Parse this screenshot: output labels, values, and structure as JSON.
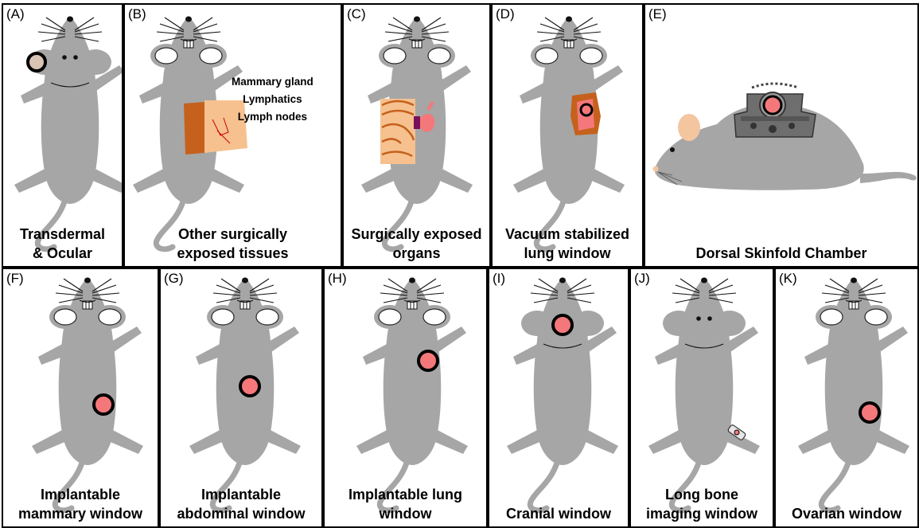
{
  "colors": {
    "mouse": "#a6a6a6",
    "window_ring": "#000000",
    "window_fill": "#f4787a",
    "skin_dark": "#c5611d",
    "skin_light": "#f6c18f"
  },
  "panels": [
    {
      "id": "A",
      "label": "(A)",
      "caption": [
        "Transdermal",
        "& Ocular"
      ]
    },
    {
      "id": "B",
      "label": "(B)",
      "caption": [
        "Other surgically",
        "exposed tissues"
      ],
      "tissues": [
        "Mammary gland",
        "Lymphatics",
        "Lymph nodes"
      ]
    },
    {
      "id": "C",
      "label": "(C)",
      "caption": [
        "Surgically exposed",
        "organs"
      ]
    },
    {
      "id": "D",
      "label": "(D)",
      "caption": [
        "Vacuum stabilized",
        "lung window"
      ]
    },
    {
      "id": "E",
      "label": "(E)",
      "caption": [
        "Dorsal Skinfold Chamber"
      ]
    },
    {
      "id": "F",
      "label": "(F)",
      "caption": [
        "Implantable",
        "mammary window"
      ]
    },
    {
      "id": "G",
      "label": "(G)",
      "caption": [
        "Implantable",
        "abdominal window"
      ]
    },
    {
      "id": "H",
      "label": "(H)",
      "caption": [
        "Implantable lung",
        "window"
      ]
    },
    {
      "id": "I",
      "label": "(I)",
      "caption": [
        "Cranial window"
      ]
    },
    {
      "id": "J",
      "label": "(J)",
      "caption": [
        "Long bone",
        "imaging window"
      ]
    },
    {
      "id": "K",
      "label": "(K)",
      "caption": [
        "Ovarian window"
      ]
    }
  ]
}
